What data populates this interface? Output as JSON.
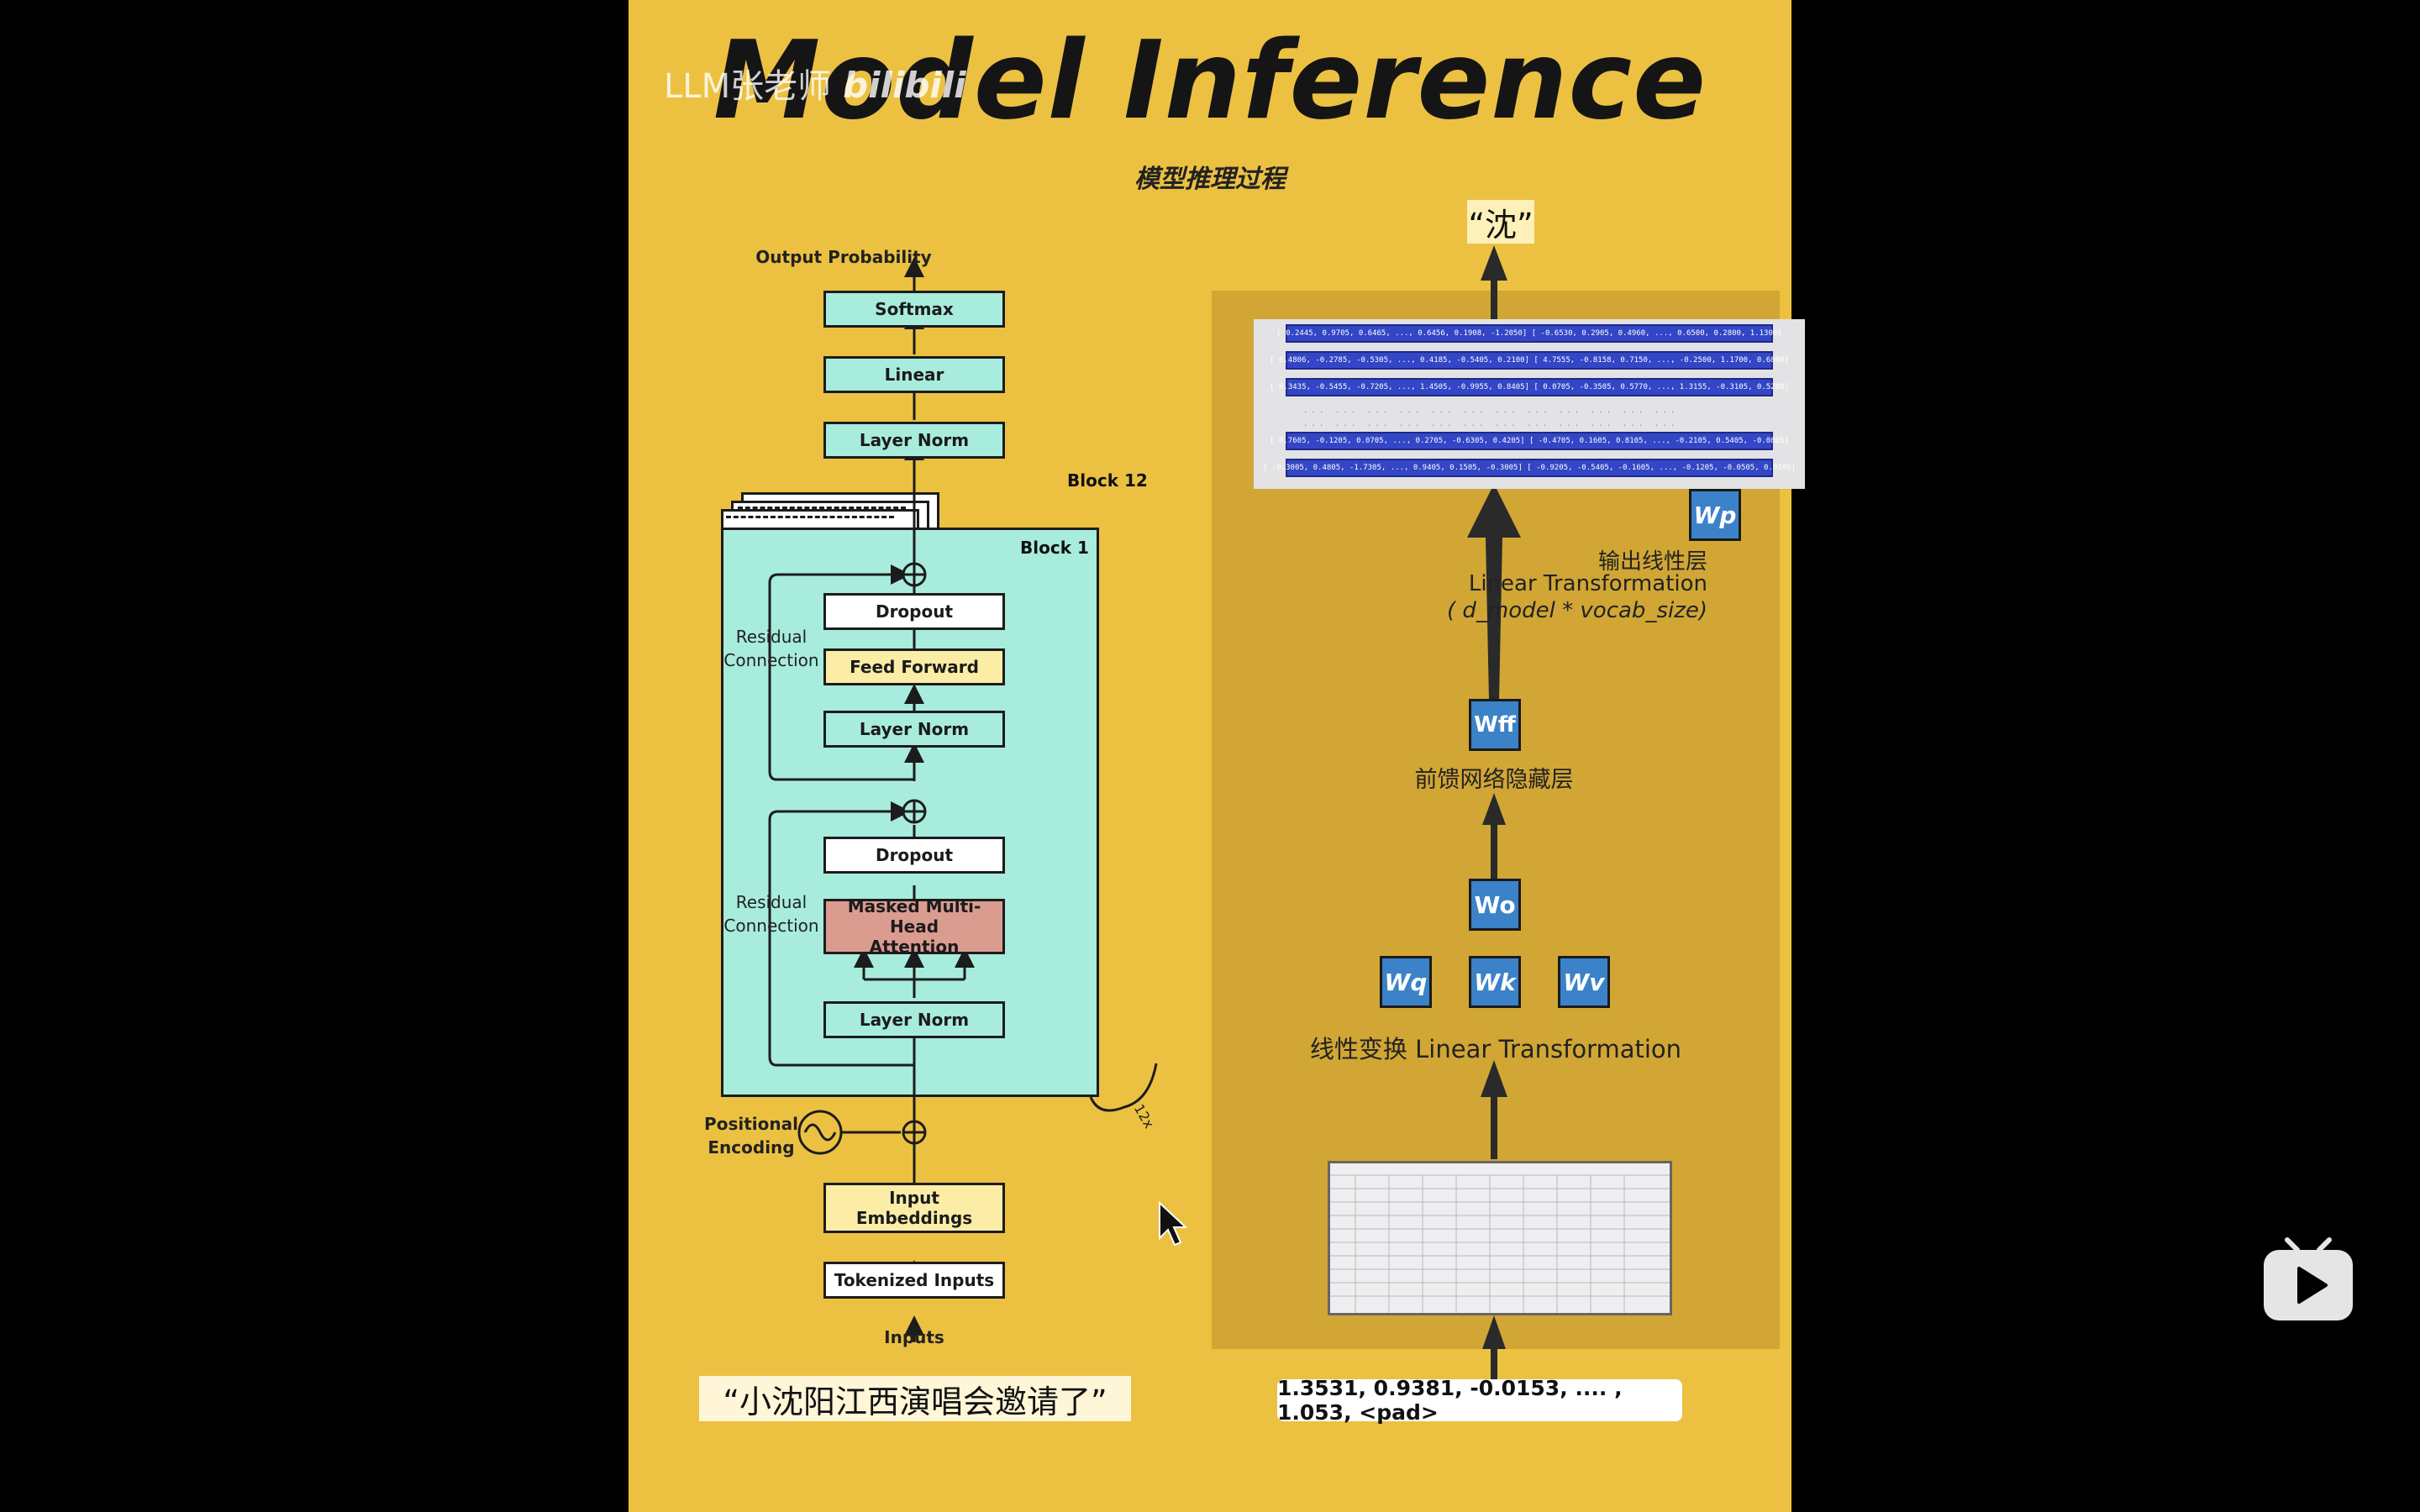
{
  "title": "Model Inference",
  "subtitle": "模型推理过程",
  "watermark": {
    "author": "LLM张老师",
    "site_logo": "bilibili"
  },
  "transformer": {
    "output_probability": "Output Probability",
    "softmax": "Softmax",
    "linear": "Linear",
    "layer_norm_top": "Layer Norm",
    "block_top": "Block 12",
    "block_inner": "Block 1",
    "dropout_1": "Dropout",
    "feed_forward": "Feed Forward",
    "layer_norm_mid": "Layer Norm",
    "residual_1": "Residual\nConnection",
    "dropout_2": "Dropout",
    "mmha": "Masked Multi-Head\nAttention",
    "layer_norm_low": "Layer Norm",
    "residual_2": "Residual\nConnection",
    "positional_encoding": "Positional\nEncoding",
    "input_embeddings": "Input\nEmbeddings",
    "tokenized_inputs": "Tokenized Inputs",
    "inputs": "Inputs",
    "repeat_label": "12x",
    "input_sentence": "“小沈阳江西演唱会邀请了”"
  },
  "inference_panel": {
    "output_token": "“沈”",
    "wp": "Wp",
    "output_layer_cn": "输出线性层",
    "output_layer_en": "Linear Transformation",
    "output_layer_dim": "( d_model * vocab_size)",
    "wff": "Wff",
    "ffn_cn": "前馈网络隐藏层",
    "wo": "Wo",
    "wq": "Wq",
    "wk": "Wk",
    "wv": "Wv",
    "linear_transform": "线性变换 Linear Transformation",
    "embedding_vector": "1.3531, 0.9381, -0.0153, .... , 1.053, <pad>",
    "matrix_rows": [
      "[ 0.2445, 0.9705, 0.6465, ..., 0.6456, 0.1908, -1.2050] [ -0.6530, 0.2905, 0.4960, ..., 0.6500, 0.2800, 1.1300]",
      "[ 0.4806, -0.2785, -0.5305, ..., 0.4185, -0.5405, 0.2100] [ 4.7555, -0.8158, 0.7150, ..., -0.2500, 1.1700, 0.6800]",
      "[ 0.3435, -0.5455, -0.7205, ..., 1.4505, -0.9955, 0.8405] [ 0.0705, -0.3505, 0.5770, ..., 1.3155, -0.3105, 0.5200]",
      "[ 0.7605, -0.1205, 0.0705, ..., 0.2705, -0.6305, 0.4205] [ -0.4705, 0.1605, 0.8105, ..., -0.2105, 0.5405, -0.0805]",
      "[ -0.3005, 0.4805, -1.7305, ..., 0.9405, 0.1505, -0.3005] [ -0.9205, -0.5405, -0.1605, ..., -0.1205, -0.0505, 0.0105]"
    ]
  },
  "colors": {
    "background": "#ecc142",
    "panel": "#d1a635",
    "teal": "#a8ecdd",
    "weight_box": "#3b82c8",
    "matrix_row": "#3346c6"
  }
}
